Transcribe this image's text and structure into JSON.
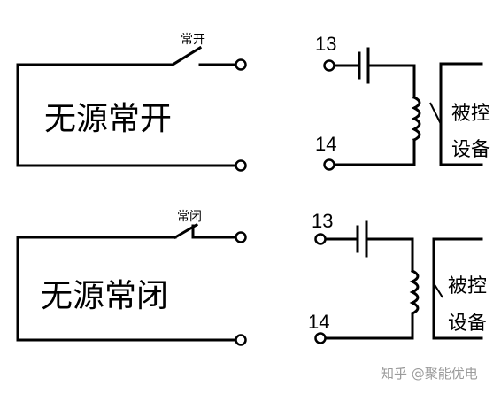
{
  "top": {
    "switch_label": "常开",
    "big_label": "无源常开",
    "pin_top": "13",
    "pin_bottom": "14",
    "device_line1": "被控",
    "device_line2": "设备"
  },
  "bottom": {
    "switch_label": "常闭",
    "big_label": "无源常闭",
    "pin_top": "13",
    "pin_bottom": "14",
    "device_line1": "被控",
    "device_line2": "设备"
  },
  "watermark": "知乎 @聚能优电"
}
